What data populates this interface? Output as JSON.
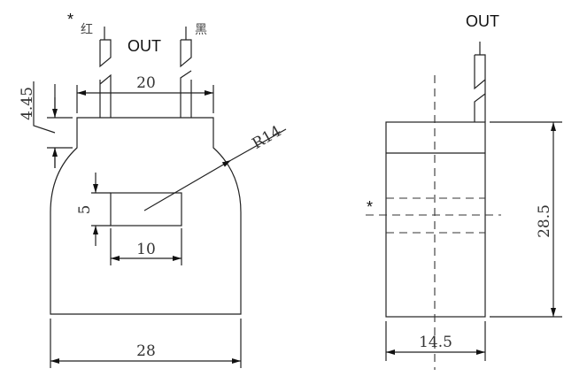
{
  "front_view": {
    "out_label": "OUT",
    "star": "*",
    "red_label": "红",
    "black_label": "黑",
    "dim_lead_spacing": "20",
    "dim_top_height": "4.45",
    "dim_radius": "R14",
    "dim_window_height": "5",
    "dim_window_width": "10",
    "dim_width": "28"
  },
  "side_view": {
    "out_label": "OUT",
    "star": "*",
    "dim_height": "28.5",
    "dim_width": "14.5"
  }
}
